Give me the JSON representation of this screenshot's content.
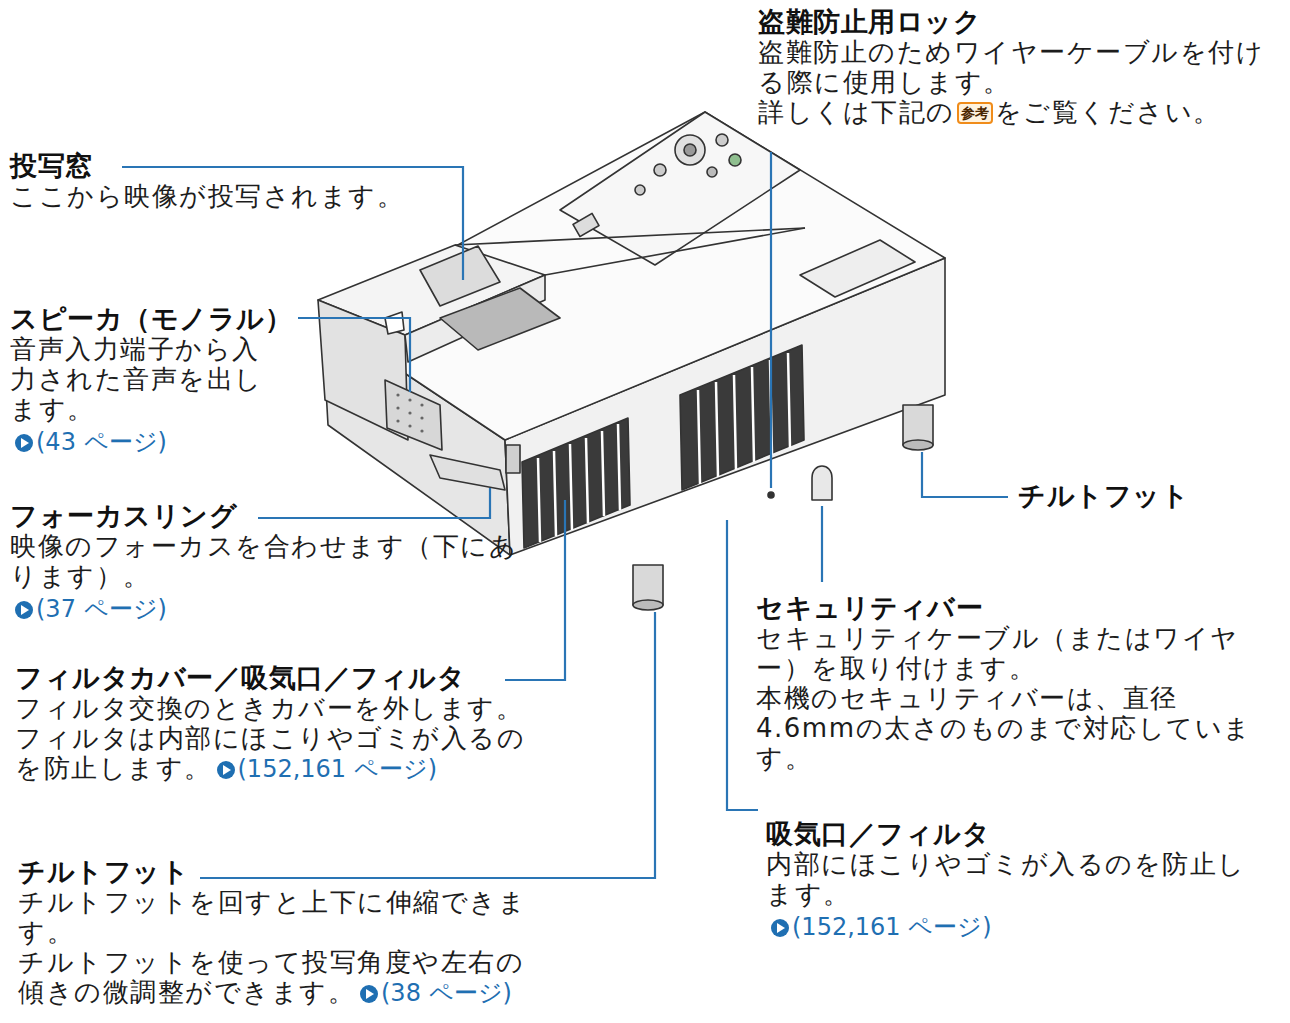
{
  "diagram": {
    "labels": [
      "盗難防止用ロック",
      "盗難防止のためワイヤーケーブルを付ける際に使用します。",
      "詳しくは下記の",
      "参考",
      "をご覧ください。",
      "投写窓",
      "ここから映像が投写されます。",
      "スピーカ（モノラル）",
      "音声入力端子から入力された音声を出します。",
      "(43 ページ)",
      "フォーカスリング",
      "映像のフォーカスを合わせます（下にあります）。",
      "(37 ページ)",
      "フィルタカバー／吸気口／フィルタ",
      "フィルタ交換のときカバーを外します。",
      "フィルタは内部にほこりやゴミが入るのを防止します。",
      "(152,161 ページ)",
      "チルトフット",
      "チルトフットを回すと上下に伸縮できます。",
      "チルトフットを使って投写角度や左右の傾きの微調整ができます。",
      "(38 ページ)",
      "チルトフット",
      "セキュリティバー",
      "セキュリティケーブル（またはワイヤー）を取り付けます。",
      "本機のセキュリティバーは、直径 4.6mmの太さのものまで対応しています。",
      "吸気口／フィルタ",
      "内部にほこりやゴミが入るのを防止します。",
      "(152,161 ページ)"
    ]
  }
}
